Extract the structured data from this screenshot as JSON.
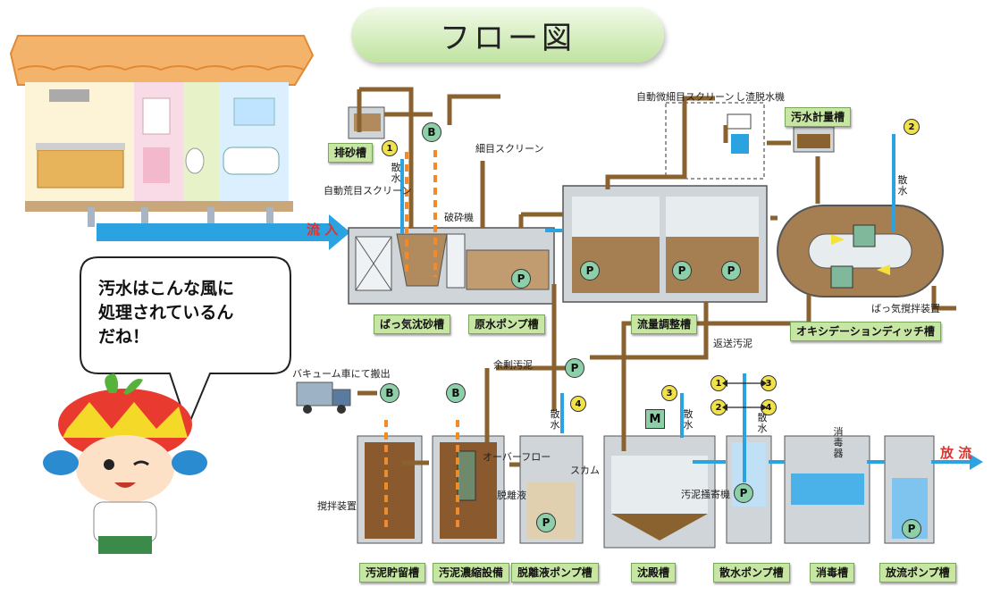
{
  "title": "フロー図",
  "bubble_text": [
    "汚水はこんな風に",
    "処理されているん",
    "だね！"
  ],
  "flow_in": "流 入",
  "flow_out": "放 流",
  "labels": {
    "auto_coarse_screen": "自動荒目スクリーン",
    "fine_screen": "細目スクリーン",
    "crusher": "破砕機",
    "auto_micro_screen": "自動微細目スクリーン",
    "dewatering": "し渣脱水機",
    "excess_sludge": "余剰汚泥",
    "return_sludge": "返送汚泥",
    "aerator": "ばっ気撹拌装置",
    "vacuum_truck": "バキューム車にて搬出",
    "overflow": "オーバーフロー",
    "separated_liquid": "脱離液",
    "scum": "スカム",
    "mixer": "撹拌装置",
    "scraper": "汚泥掻寄機",
    "sprinkle": "散水",
    "disinfector": "消毒器"
  },
  "tank_labels": {
    "grit_drain": "排砂槽",
    "aerated_grit": "ばっ気沈砂槽",
    "raw_pump": "原水ポンプ槽",
    "flow_adjust": "流量調整槽",
    "metering": "汚水計量槽",
    "oxidation_ditch": "オキシデーションディッチ槽",
    "sludge_storage": "汚泥貯留槽",
    "sludge_thickener": "汚泥濃縮設備",
    "separated_pump": "脱離液ポンプ槽",
    "settling": "沈殿槽",
    "sprinkle_pump": "散水ポンプ槽",
    "disinfection": "消毒槽",
    "discharge_pump": "放流ポンプ槽"
  },
  "symbols": {
    "pump": "P",
    "blower": "B",
    "motor": "M",
    "n1": "1",
    "n2": "2",
    "n3": "3",
    "n4": "4"
  },
  "legend": {
    "pair1_left": "1",
    "pair1_right": "3",
    "pair2_left": "2",
    "pair2_right": "4"
  },
  "colors": {
    "sludge_pipe": "#8a6230",
    "water_pipe": "#2aa3e0",
    "label_bg": "#c8e6a3",
    "title_bg": "#cdeab2",
    "number_circle": "#f2e24a",
    "pump_fill": "#8ccfa9"
  }
}
